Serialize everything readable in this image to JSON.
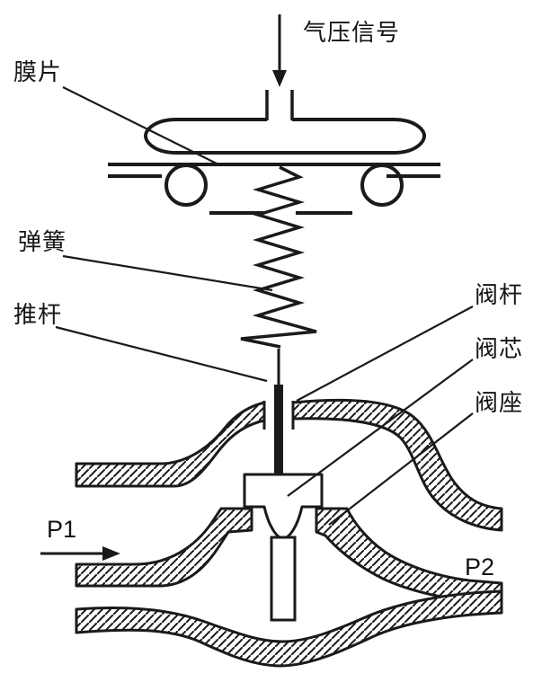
{
  "diagram": {
    "labels": {
      "air_signal": "气压信号",
      "diaphragm": "膜片",
      "spring": "弹簧",
      "push_rod": "推杆",
      "valve_stem": "阀杆",
      "valve_core": "阀芯",
      "valve_seat": "阀座",
      "p1": "P1",
      "p2": "P2"
    },
    "colors": {
      "line": "#1a1a1a",
      "background": "#ffffff"
    }
  }
}
